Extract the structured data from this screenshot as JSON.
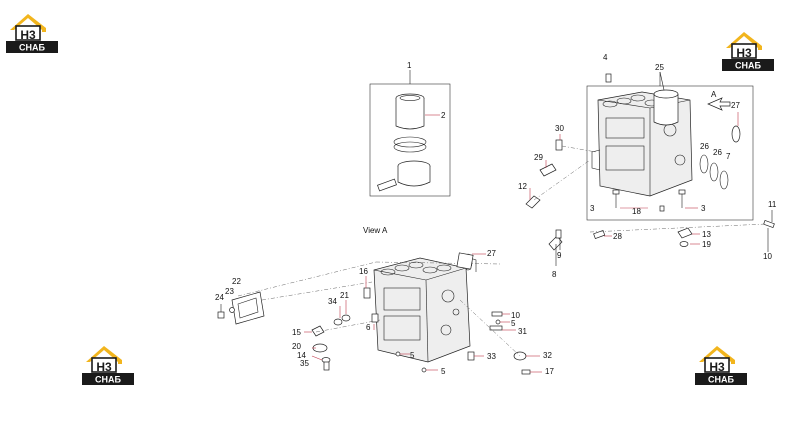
{
  "view_label": "View  A",
  "view_arrow_label": "A",
  "logo": {
    "mark": "H3",
    "word": "СНАБ",
    "gold": "#f2b51d",
    "dark": "#1a1a1a"
  },
  "callouts": {
    "c1": "1",
    "c2": "2",
    "c3a": "3",
    "c3b": "3",
    "c4": "4",
    "c5a": "5",
    "c5b": "5",
    "c5c": "5",
    "c6": "6",
    "c7": "7",
    "c8": "8",
    "c9": "9",
    "c10a": "10",
    "c10b": "10",
    "c11": "11",
    "c12": "12",
    "c13": "13",
    "c14": "14",
    "c15": "15",
    "c16": "16",
    "c17": "17",
    "c18": "18",
    "c19": "19",
    "c20": "20",
    "c21": "21",
    "c22": "22",
    "c23": "23",
    "c24": "24",
    "c25": "25",
    "c26": "26",
    "c27a": "27",
    "c27b": "27",
    "c28": "28",
    "c29": "29",
    "c30": "30",
    "c31": "31",
    "c32": "32",
    "c33": "33",
    "c34": "34",
    "c35": "35"
  },
  "colors": {
    "leader": "#c0394b",
    "line": "#222222"
  }
}
